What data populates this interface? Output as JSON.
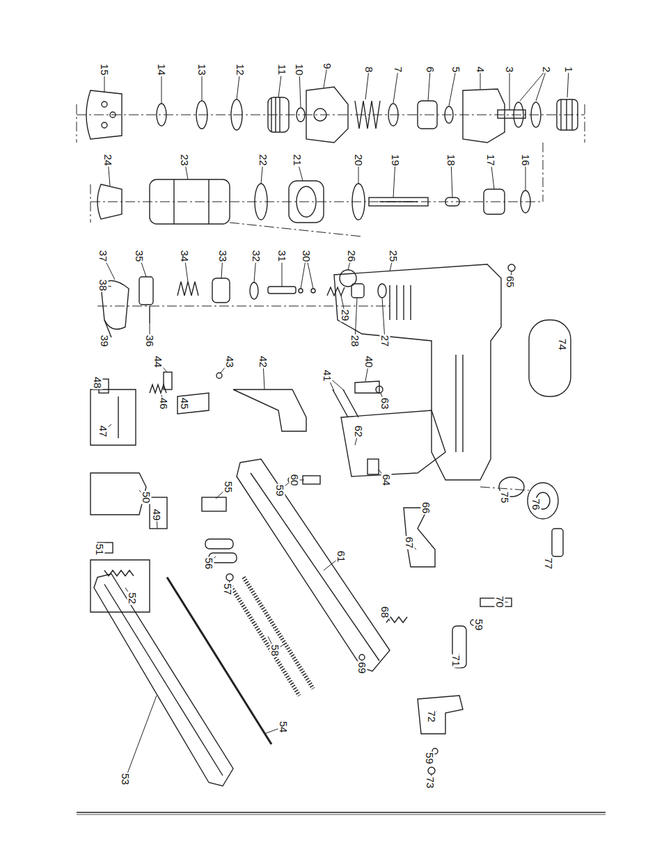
{
  "diagram": {
    "labels": [
      "1",
      "2",
      "3",
      "4",
      "5",
      "6",
      "7",
      "8",
      "9",
      "10",
      "11",
      "12",
      "13",
      "14",
      "15",
      "16",
      "17",
      "18",
      "19",
      "20",
      "21",
      "22",
      "23",
      "24",
      "25",
      "26",
      "27",
      "28",
      "29",
      "30",
      "31",
      "32",
      "33",
      "34",
      "35",
      "36",
      "37",
      "38",
      "39",
      "40",
      "41",
      "42",
      "43",
      "44",
      "45",
      "46",
      "47",
      "48",
      "49",
      "50",
      "51",
      "52",
      "53",
      "54",
      "55",
      "56",
      "57",
      "58",
      "59",
      "60",
      "61",
      "62",
      "63",
      "64",
      "65",
      "66",
      "67",
      "68",
      "69",
      "70",
      "71",
      "72",
      "73",
      "74",
      "75",
      "76",
      "77",
      "59",
      "59"
    ]
  }
}
